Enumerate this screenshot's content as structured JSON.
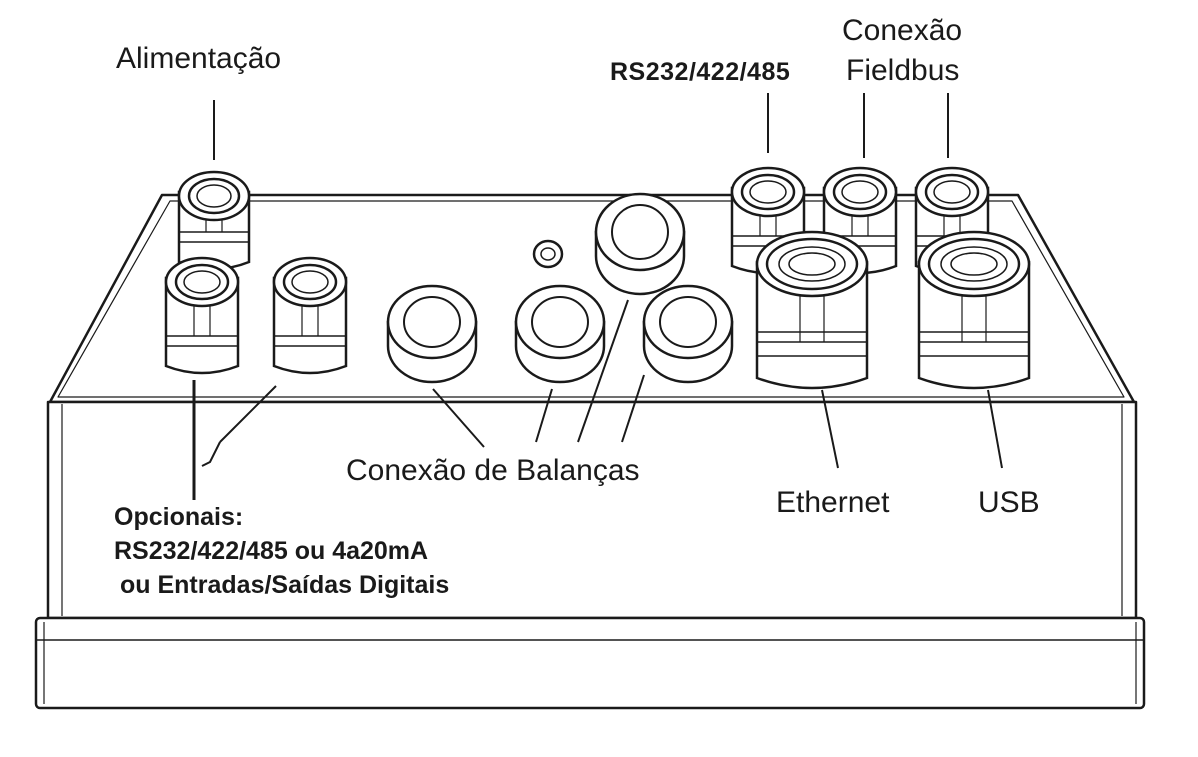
{
  "labels": {
    "alimentacao": "Alimentação",
    "rs232": "RS232/422/485",
    "fieldbus_line1": "Conexão",
    "fieldbus_line2": "Fieldbus",
    "balancas": "Conexão de Balanças",
    "ethernet": "Ethernet",
    "usb": "USB",
    "opcionais_line1": "Opcionais:",
    "opcionais_line2": "RS232/422/485 ou 4a20mA",
    "opcionais_line3": "ou Entradas/Saídas Digitais"
  },
  "colors": {
    "line": "#1a1a1a",
    "fill": "#ffffff",
    "shade": "#e8e8e8"
  }
}
